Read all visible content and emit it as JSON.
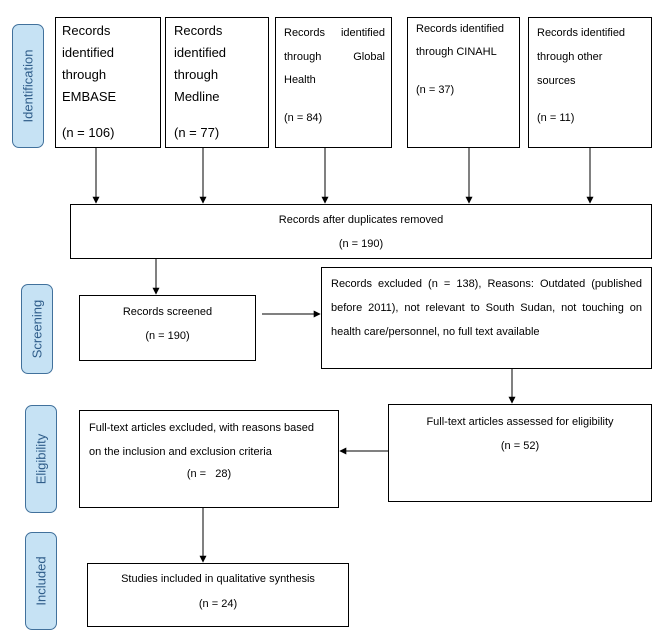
{
  "stages": {
    "identification": "Identification",
    "screening": "Screening",
    "eligibility": "Eligibility",
    "included": "Included"
  },
  "identification": {
    "embase": {
      "lines": [
        "Records",
        "identified",
        "through",
        "EMBASE"
      ],
      "count": "(n = 106)"
    },
    "medline": {
      "lines": [
        "Records",
        "identified",
        "through",
        "Medline"
      ],
      "count": "(n = 77)"
    },
    "global_health": {
      "line1_a": "Records",
      "line1_b": "identified",
      "line2_a": "through",
      "line2_b": "Global",
      "line3": "Health",
      "count": "(n = 84)"
    },
    "cinahl": {
      "line1": "Records identified",
      "line2": "through CINAHL",
      "count": "(n = 37)"
    },
    "other": {
      "line1": "Records identified",
      "line2": "through other",
      "line3": "sources",
      "count": "(n = 11)"
    }
  },
  "duplicates_removed": {
    "label": "Records after duplicates removed",
    "count": "(n = 190)"
  },
  "screened": {
    "label": "Records screened",
    "count": "(n = 190)"
  },
  "excluded": {
    "line1": "Records excluded (n = 138), Reasons: Outdated (published",
    "line2": "before 2011), not relevant to South Sudan, not touching on",
    "line3": "health care/personnel, no full text available"
  },
  "fulltext_assessed": {
    "label": "Full-text articles assessed for eligibility",
    "count": "(n = 52)"
  },
  "fulltext_excluded": {
    "line1": "Full-text articles excluded, with reasons based",
    "line2": "on the inclusion and exclusion criteria",
    "count": "(n =   28)"
  },
  "included": {
    "label": "Studies included in qualitative synthesis",
    "count": "(n = 24)"
  }
}
